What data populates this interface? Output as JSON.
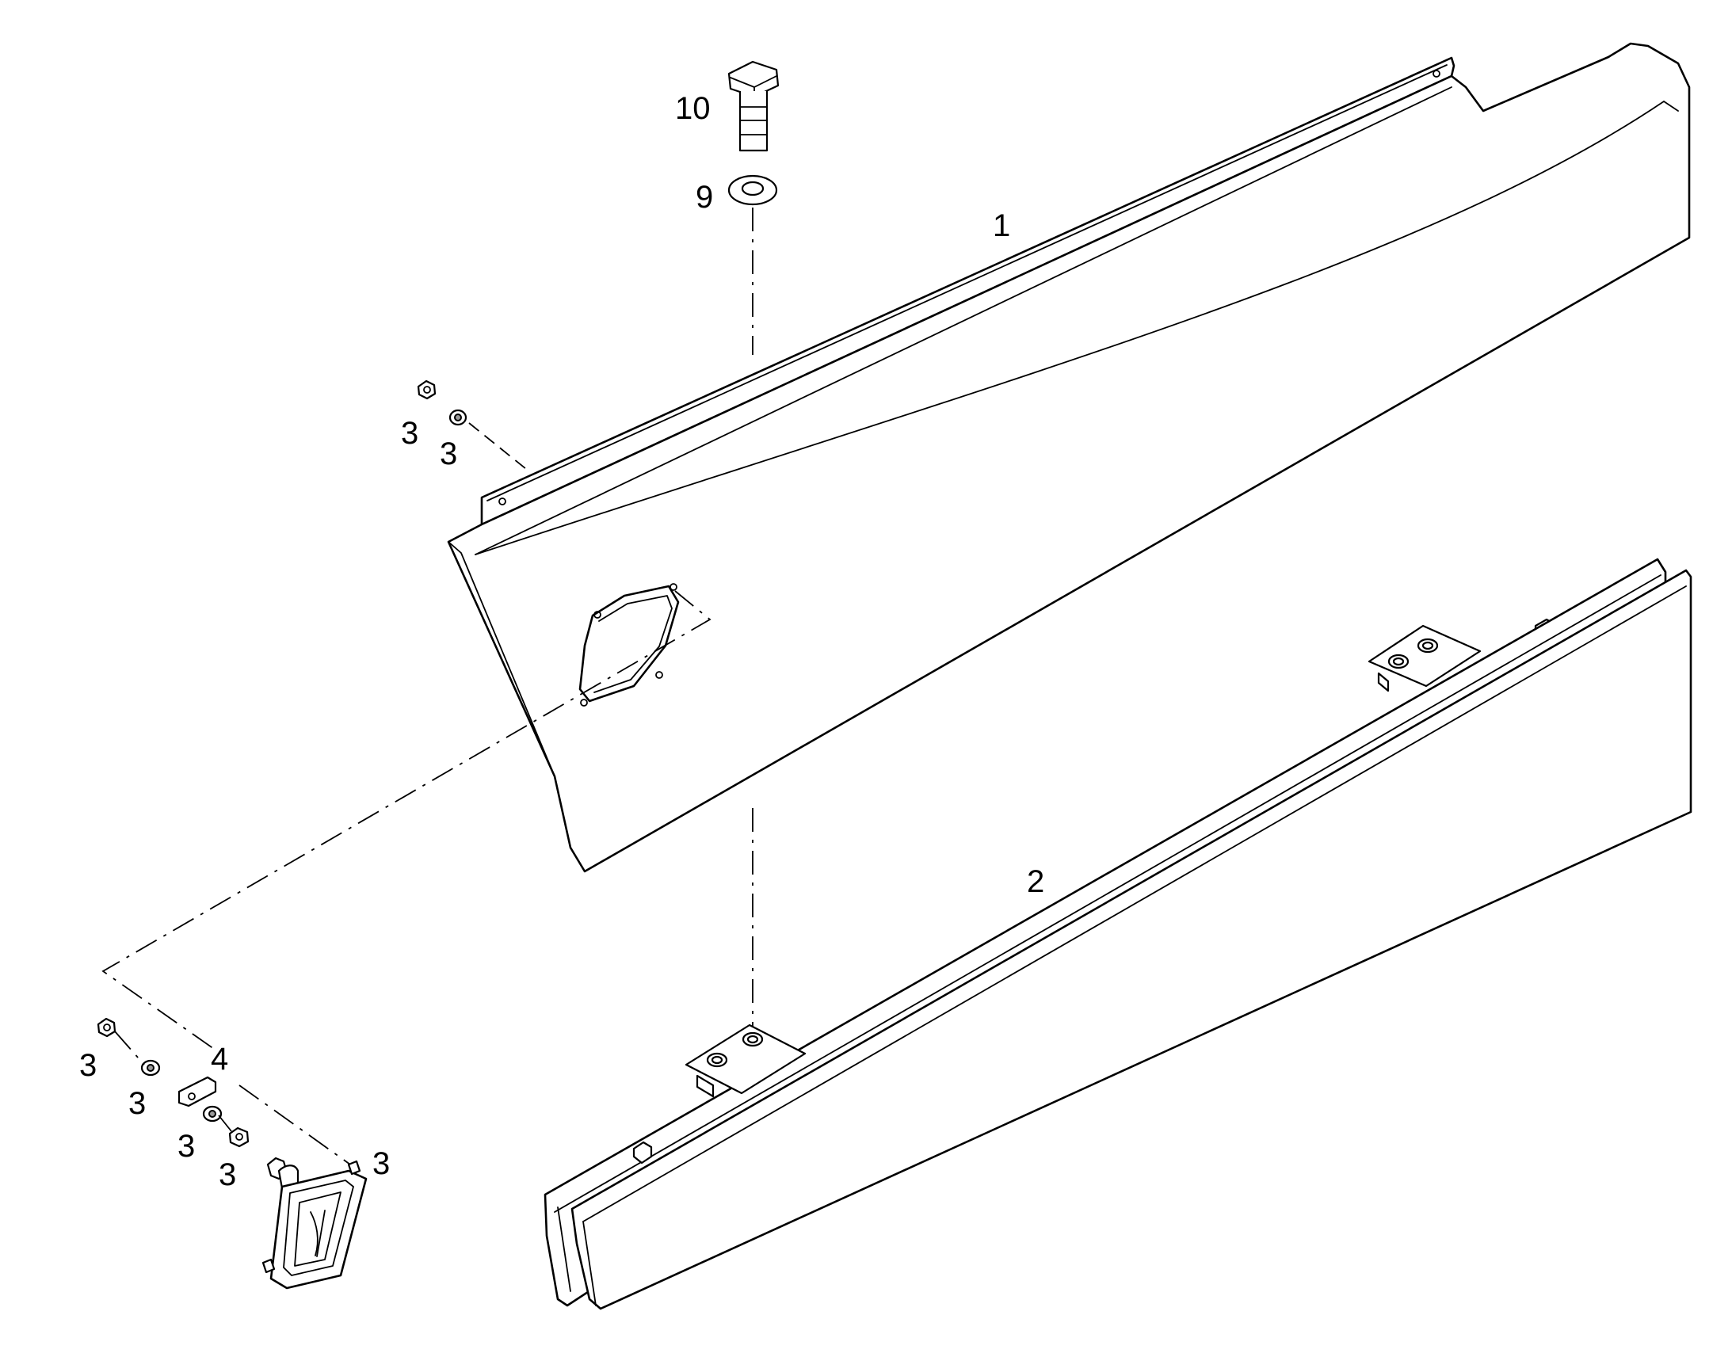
{
  "callouts": {
    "shield_upper": "1",
    "rail_lower": "2",
    "nut_top_a": "3",
    "washer_top_b": "3",
    "nut_lamp_a": "3",
    "washer_lamp_b": "3",
    "washer_lamp_c": "3",
    "nut_lamp_d": "3",
    "lamp_stud_e": "3",
    "bracket_lamp": "4",
    "washer_bolt": "9",
    "bolt_top": "10"
  }
}
